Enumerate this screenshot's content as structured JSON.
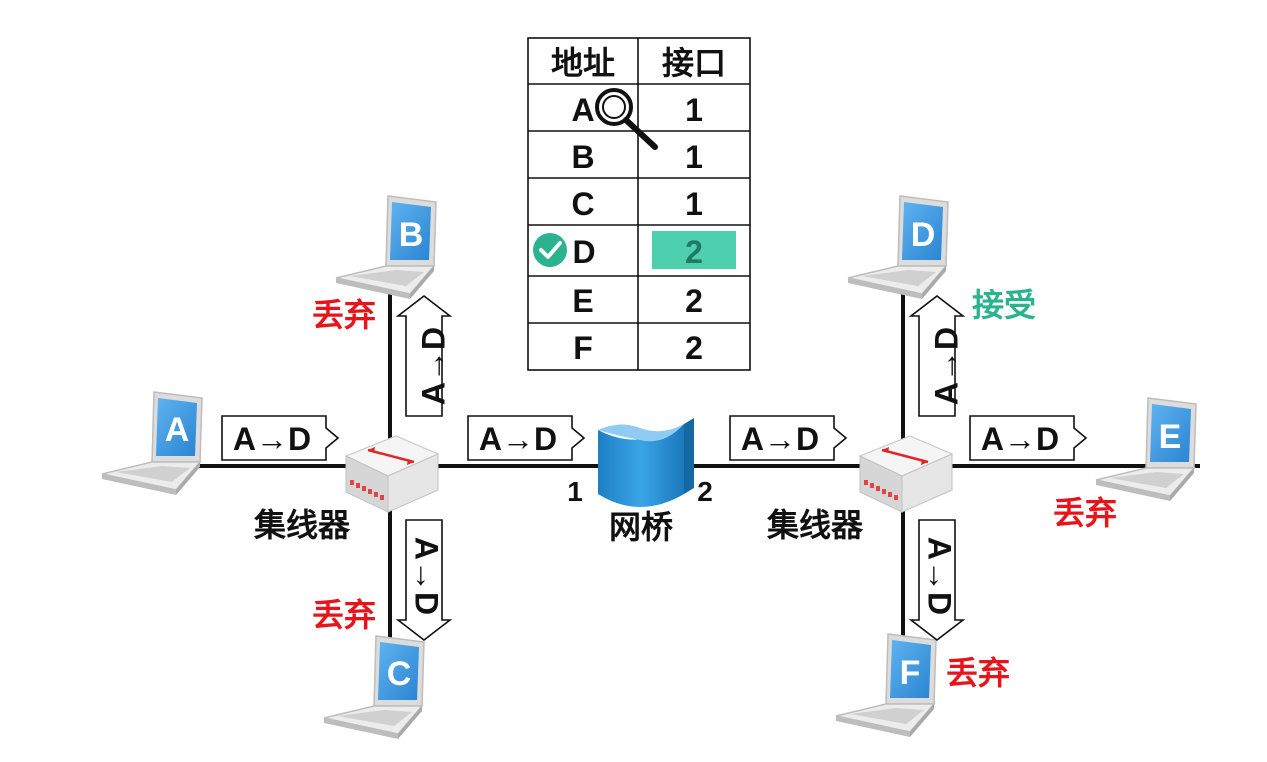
{
  "table": {
    "headers": [
      "地址",
      "接口"
    ],
    "rows": [
      {
        "address": "A",
        "port": "1"
      },
      {
        "address": "B",
        "port": "1"
      },
      {
        "address": "C",
        "port": "1"
      },
      {
        "address": "D",
        "port": "2"
      },
      {
        "address": "E",
        "port": "2"
      },
      {
        "address": "F",
        "port": "2"
      }
    ],
    "highlight_color": "#4ecfad"
  },
  "hosts": {
    "A": "A",
    "B": "B",
    "C": "C",
    "D": "D",
    "E": "E",
    "F": "F"
  },
  "frame_label": "A→D",
  "devices": {
    "hub_left": "集线器",
    "hub_right": "集线器",
    "bridge": "网桥",
    "bridge_port_1": "1",
    "bridge_port_2": "2"
  },
  "status": {
    "drop": "丢弃",
    "accept": "接受"
  },
  "colors": {
    "drop": "#e8141c",
    "accept": "#2bb38f",
    "pc_screen": "#3a95dd",
    "bridge": "#2a8fd0"
  },
  "icons": {
    "search": "magnifier-icon",
    "check": "check-circle-icon",
    "host": "laptop-icon",
    "hub": "hub-icon",
    "bridge": "bridge-icon"
  }
}
